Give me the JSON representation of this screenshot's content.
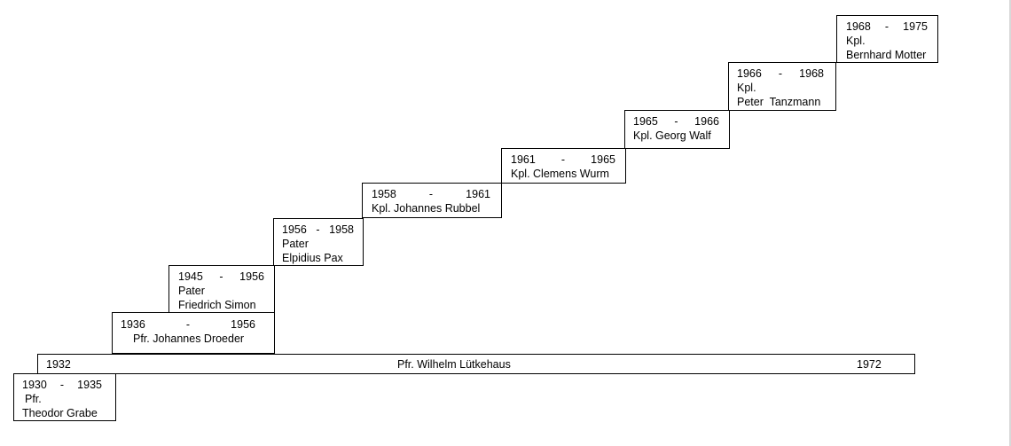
{
  "timeline": {
    "main_bar": {
      "start": "1932",
      "name": "Pfr. Wilhelm Lütkehaus",
      "end": "1972"
    },
    "entries": [
      {
        "id": "grabe",
        "from": "1930",
        "dash": "-",
        "to": "1935",
        "title": "Pfr.",
        "name": "Theodor Grabe"
      },
      {
        "id": "droeder",
        "from": "1936",
        "dash": "-",
        "to": "1956",
        "name": "Pfr. Johannes Droeder"
      },
      {
        "id": "simon",
        "from": "1945",
        "dash": "-",
        "to": "1956",
        "title": "Pater",
        "name": "Friedrich Simon"
      },
      {
        "id": "pax",
        "from": "1956",
        "dash": "-",
        "to": "1958",
        "title": "Pater",
        "name": "Elpidius Pax"
      },
      {
        "id": "rubbel",
        "from": "1958",
        "dash": "-",
        "to": "1961",
        "name": "Kpl. Johannes Rubbel"
      },
      {
        "id": "wurm",
        "from": "1961",
        "dash": "-",
        "to": "1965",
        "name": "Kpl. Clemens Wurm"
      },
      {
        "id": "walf",
        "from": "1965",
        "dash": "-",
        "to": "1966",
        "name": "Kpl. Georg Walf"
      },
      {
        "id": "tanzmann",
        "from": "1966",
        "dash": "-",
        "to": "1968",
        "title": "Kpl.",
        "name": "Peter  Tanzmann"
      },
      {
        "id": "motter",
        "from": "1968",
        "dash": "-",
        "to": "1975",
        "title": "Kpl.",
        "name": "Bernhard Motter"
      }
    ]
  }
}
